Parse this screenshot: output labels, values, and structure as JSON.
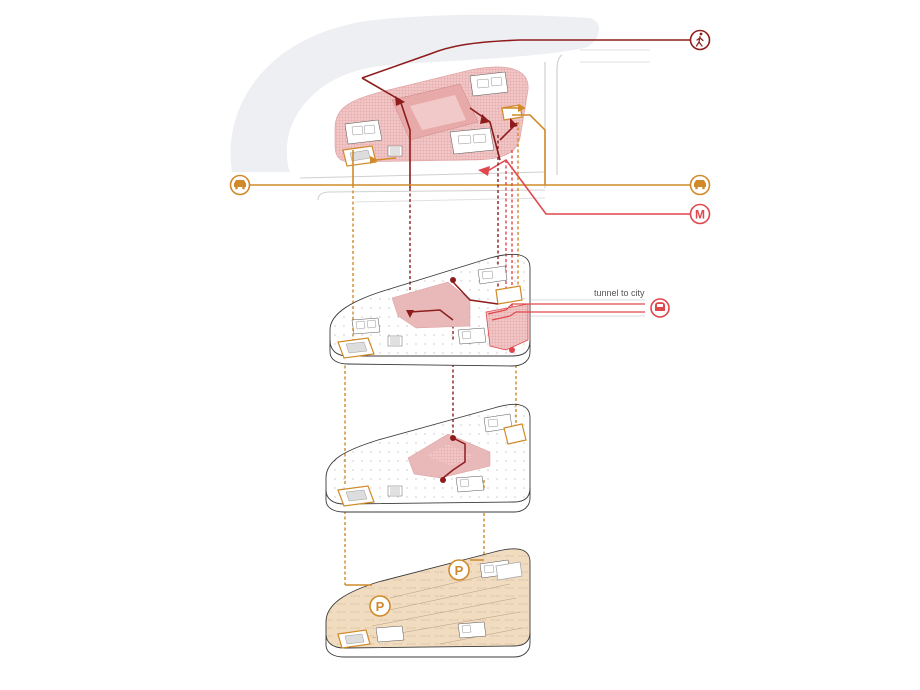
{
  "annotations": {
    "tunnel_label": "tunnel to city",
    "parking_symbol": "P",
    "metro_symbol": "M"
  },
  "icons": {
    "pedestrian": "pedestrian-icon",
    "car": "car-icon",
    "metro": "metro-icon",
    "tunnel_train": "train-icon",
    "parking": "parking-icon"
  },
  "colors": {
    "pedestrian_route": "#8e1c1c",
    "vehicle_route": "#d08a2a",
    "metro_route": "#e0474c",
    "plaza_fill": "#e9b9b9",
    "parking_fill": "#f1dcc0",
    "landscape": "#eeeff2",
    "outline": "#3a3a3a"
  }
}
